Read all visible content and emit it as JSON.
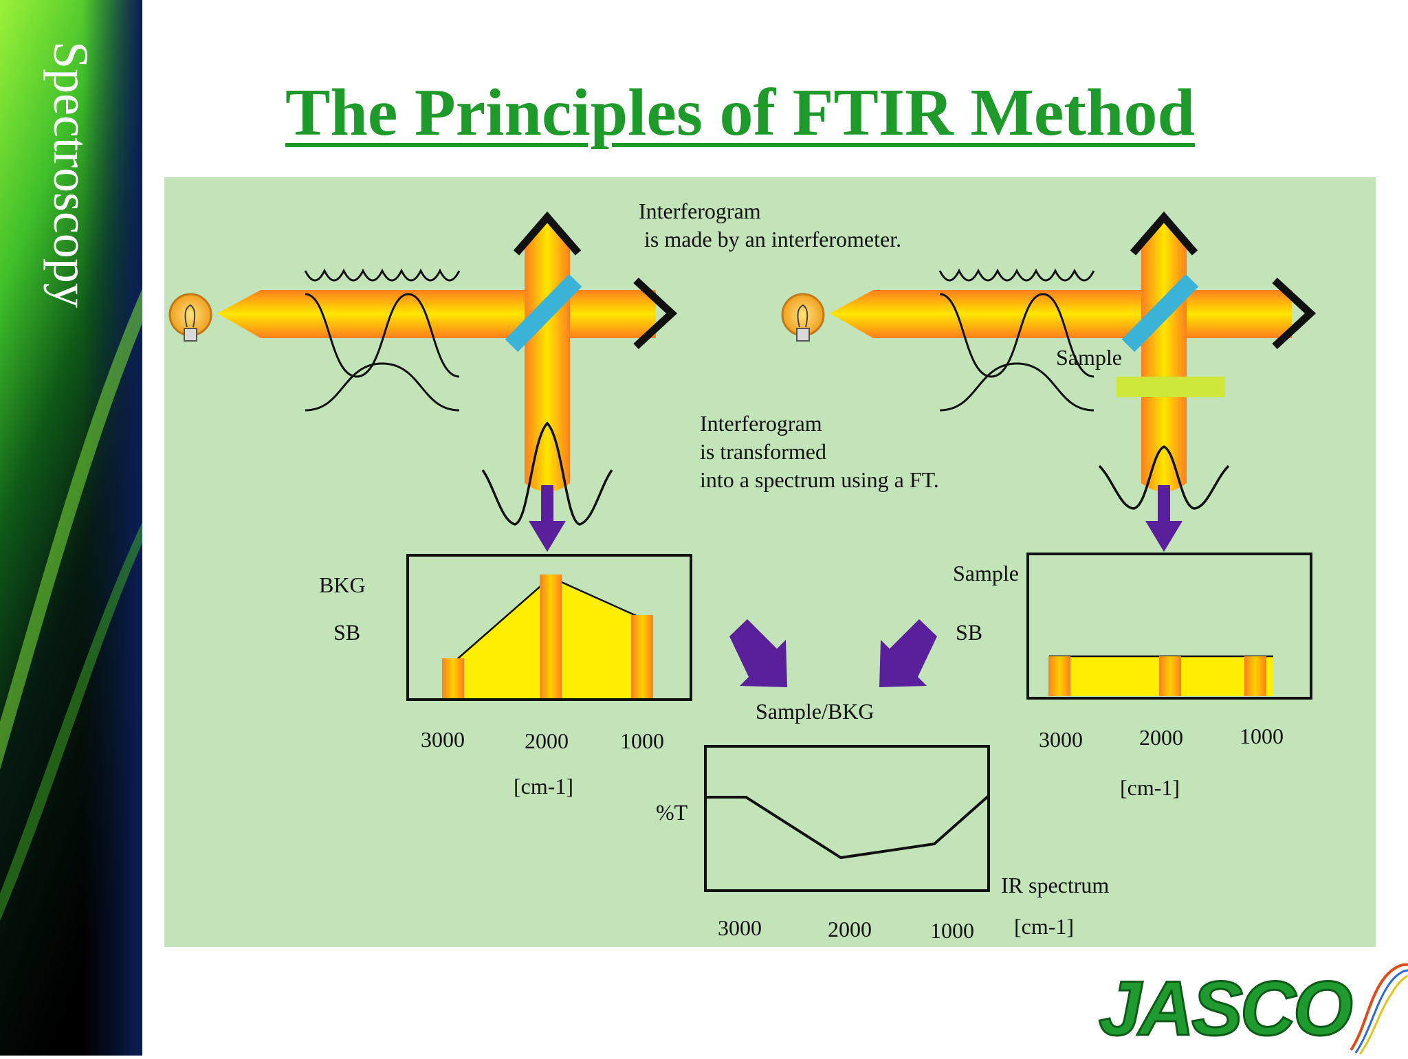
{
  "sidebar": {
    "title": "Spectroscopy"
  },
  "page": {
    "title": "The Principles of FTIR Method"
  },
  "diagram": {
    "interferometer_note": [
      "Interferogram",
      " is made by an interferometer."
    ],
    "transform_note": [
      "Interferogram",
      "is transformed",
      "into a spectrum using a FT."
    ],
    "sample_label": "Sample",
    "bkg_panel": {
      "label_top": "BKG",
      "label_bottom": "SB",
      "ticks": [
        "3000",
        "2000",
        "1000"
      ],
      "unit": "[cm-1]"
    },
    "sample_panel": {
      "label_top": "Sample",
      "label_bottom": "SB",
      "ticks": [
        "3000",
        "2000",
        "1000"
      ],
      "unit": "[cm-1]"
    },
    "ratio": {
      "title": "Sample/BKG",
      "ylabel": "%T",
      "caption": "IR spectrum",
      "ticks": [
        "3000",
        "2000",
        "1000"
      ],
      "unit": "[cm-1]"
    }
  },
  "logo": {
    "text": "JASCO"
  },
  "colors": {
    "title": "#1e9a2a",
    "panel": "#c3e4b9",
    "beam_orange": "#ff7f1e",
    "beam_yellow": "#ffee00",
    "arrow": "#5a1f9a",
    "splitter": "#3ab3d6",
    "sample_filter": "#cfe63a"
  }
}
